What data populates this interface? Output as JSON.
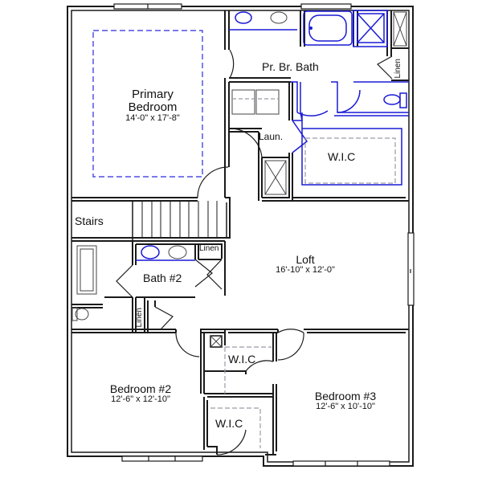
{
  "plan": {
    "colors": {
      "wall": "#1a1a1a",
      "fixture_blue": "#1a1ad6",
      "dashed_blue": "#2a2ae0",
      "dashed_gray": "#9a9aa8"
    },
    "rooms": {
      "primary_bedroom": {
        "name_line1": "Primary",
        "name_line2": "Bedroom",
        "dims": "14'-0\" x 17'-8\""
      },
      "primary_bath": {
        "name": "Pr. Br. Bath"
      },
      "linen_top": {
        "name": "Linen"
      },
      "laundry": {
        "name": "Laun."
      },
      "primary_wic": {
        "name": "W.I.C"
      },
      "stairs": {
        "name": "Stairs"
      },
      "loft": {
        "name": "Loft",
        "dims": "16'-10\" x 12'-0\""
      },
      "bath2": {
        "name": "Bath #2"
      },
      "linen_bath2": {
        "name": "Linen"
      },
      "linen_hall": {
        "name": "Linen"
      },
      "wic_bed3": {
        "name": "W.I.C"
      },
      "wic_bed2": {
        "name": "W.I.C"
      },
      "bedroom2": {
        "name": "Bedroom #2",
        "dims": "12'-6\" x 12'-10\""
      },
      "bedroom3": {
        "name": "Bedroom #3",
        "dims": "12'-6\" x 10'-10\""
      }
    }
  }
}
